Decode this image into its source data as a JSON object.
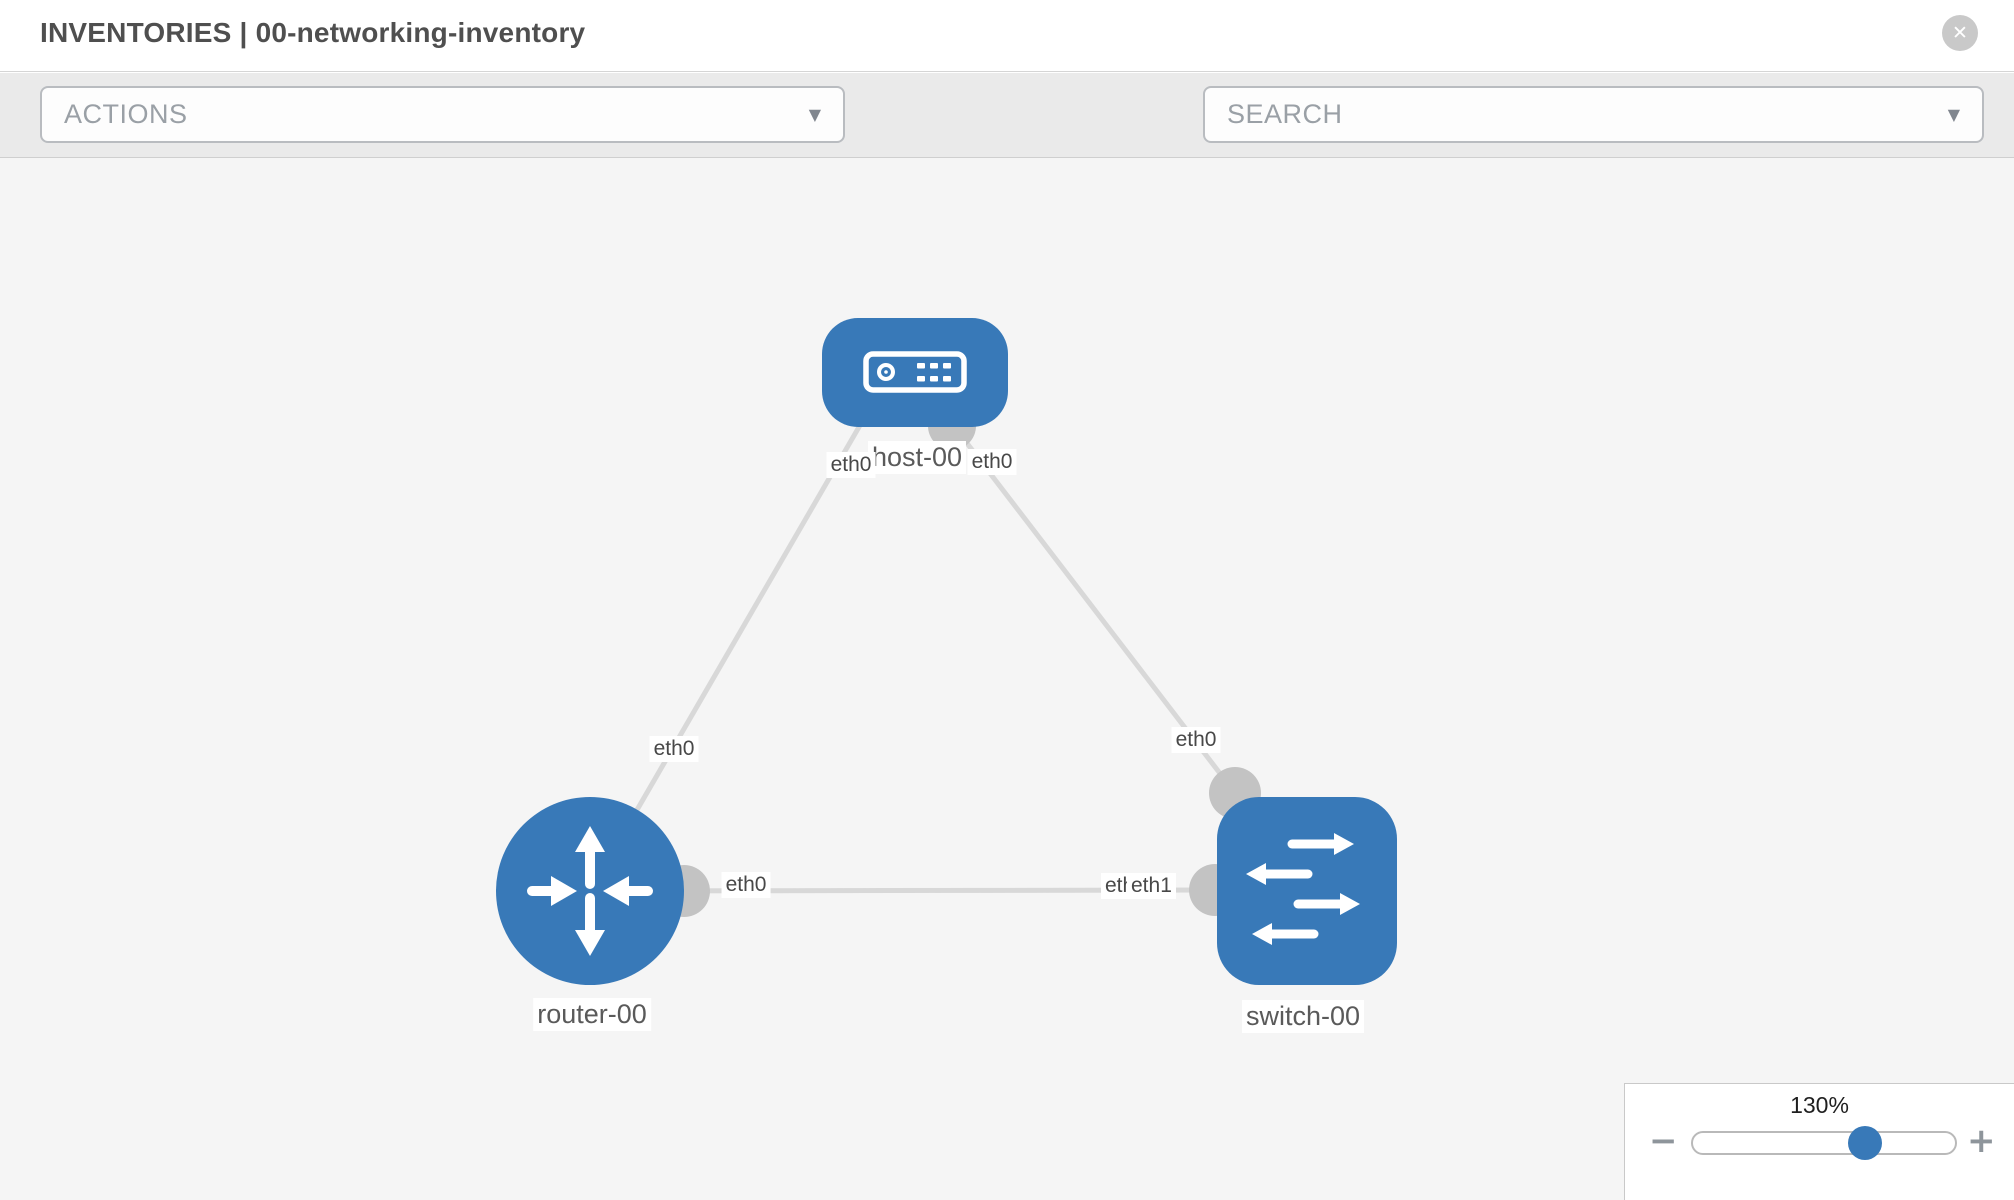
{
  "header": {
    "title_section": "INVENTORIES",
    "title_separator": "|",
    "title_inventory": "00-networking-inventory",
    "close_glyph": "✕"
  },
  "toolbar": {
    "actions_label": "ACTIONS",
    "search_label": "SEARCH",
    "caret_glyph": "▼",
    "icons": [
      "wrench-icon",
      "key-icon"
    ]
  },
  "topology": {
    "nodes": [
      {
        "id": "host-00",
        "type": "host",
        "label": "host-00"
      },
      {
        "id": "router-00",
        "type": "router",
        "label": "router-00"
      },
      {
        "id": "switch-00",
        "type": "switch",
        "label": "switch-00"
      }
    ],
    "links": [
      {
        "from": "host-00",
        "to": "router-00",
        "from_interface": "eth0",
        "to_interface": "eth0"
      },
      {
        "from": "host-00",
        "to": "switch-00",
        "from_interface": "eth0",
        "to_interface": "eth0"
      },
      {
        "from": "router-00",
        "to": "switch-00",
        "from_interface": "eth0",
        "to_interface": "eth1",
        "to_interface_overlapped": "eth0"
      }
    ]
  },
  "zoom_control": {
    "level": "130%",
    "minus_glyph": "−",
    "plus_glyph": "+"
  },
  "colors": {
    "node_blue": "#3879b8",
    "link_gray": "#d8d8d8",
    "connector_gray": "#c3c3c3",
    "canvas_bg": "#f5f5f5",
    "toolbar_bg": "#eaeaea"
  }
}
